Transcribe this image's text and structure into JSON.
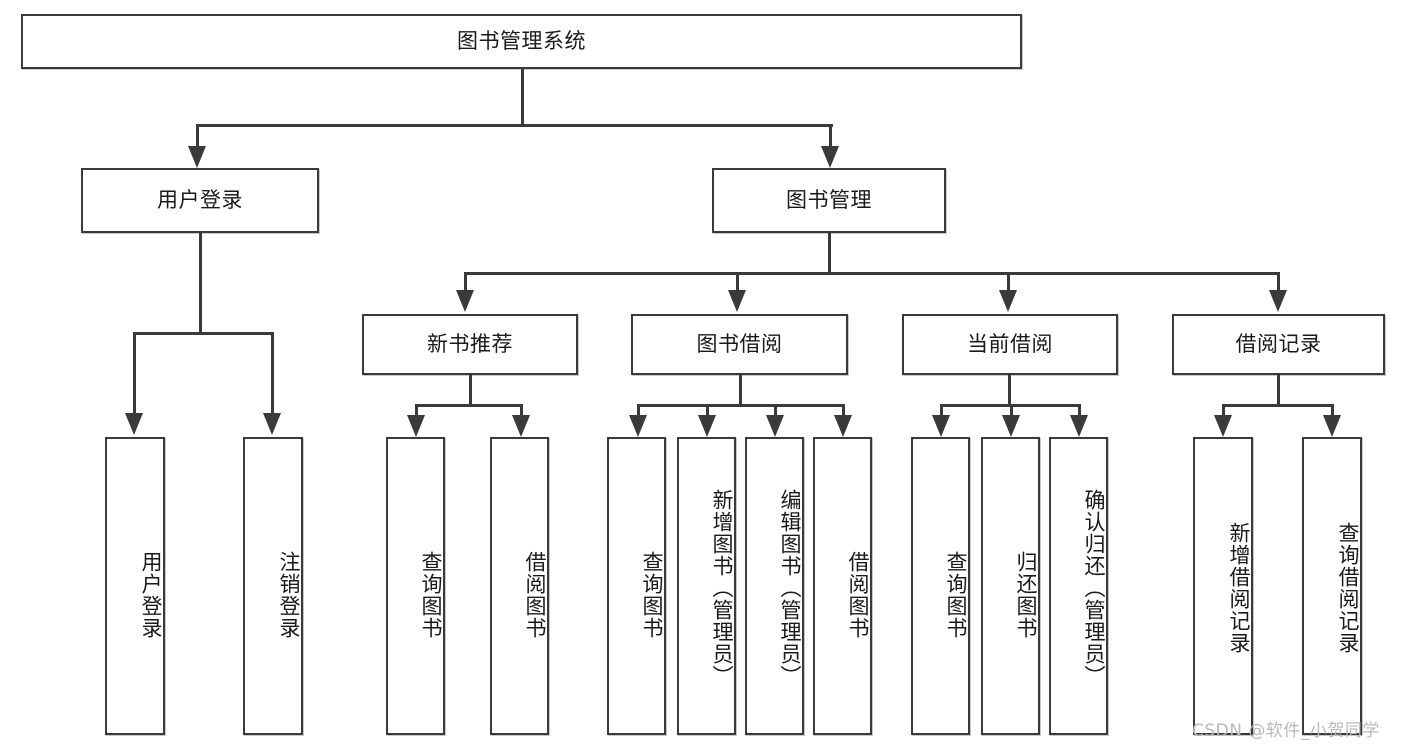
{
  "diagram": {
    "title": "图书管理系统",
    "root": {
      "label": "图书管理系统"
    },
    "level1": [
      {
        "label": "用户登录"
      },
      {
        "label": "图书管理"
      }
    ],
    "level2": [
      {
        "label": "新书推荐"
      },
      {
        "label": "图书借阅"
      },
      {
        "label": "当前借阅"
      },
      {
        "label": "借阅记录"
      }
    ],
    "leaves": {
      "user_login": [
        {
          "label": "用户登录"
        },
        {
          "label": "注销登录"
        }
      ],
      "new_book_recommend": [
        {
          "label": "查询图书"
        },
        {
          "label": "借阅图书"
        }
      ],
      "book_borrow": [
        {
          "label": "查询图书"
        },
        {
          "label": "新增图书（管理员）"
        },
        {
          "label": "编辑图书（管理员）"
        },
        {
          "label": "借阅图书"
        }
      ],
      "current_borrow": [
        {
          "label": "查询图书"
        },
        {
          "label": "归还图书"
        },
        {
          "label": "确认归还（管理员）"
        }
      ],
      "borrow_record": [
        {
          "label": "新增借阅记录"
        },
        {
          "label": "查询借阅记录"
        }
      ]
    },
    "watermark": "CSDN @软件_小贺同学",
    "colors": {
      "stroke": "#3a3a3a",
      "background": "#ffffff",
      "text": "#1a1a1a",
      "watermark": "#b9b9b9"
    }
  }
}
